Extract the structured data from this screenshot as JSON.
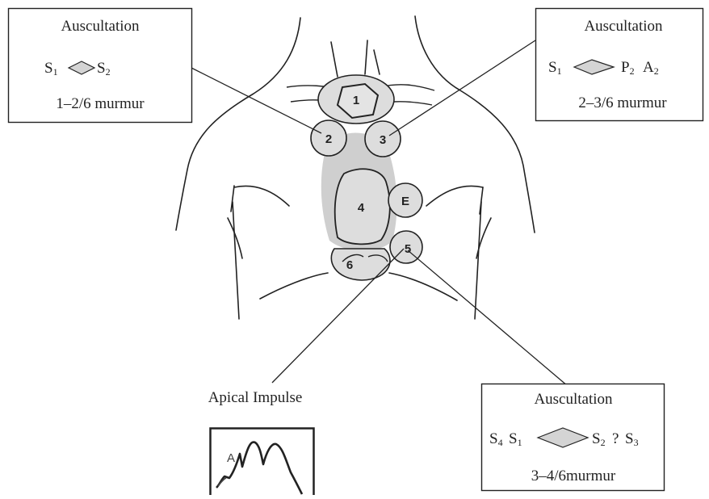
{
  "boxes": {
    "top_left": {
      "title": "Auscultation",
      "s1": "S",
      "s1_sub": "1",
      "s2": "S",
      "s2_sub": "2",
      "murmur": "1–2/6 murmur"
    },
    "top_right": {
      "title": "Auscultation",
      "s1": "S",
      "s1_sub": "1",
      "p2": "P",
      "p2_sub": "2",
      "a2": "A",
      "a2_sub": "2",
      "murmur": "2–3/6 murmur"
    },
    "bottom_right": {
      "title": "Auscultation",
      "s4": "S",
      "s4_sub": "4",
      "s1": "S",
      "s1_sub": "1",
      "s2": "S",
      "s2_sub": "2",
      "question": "?",
      "s3": "S",
      "s3_sub": "3",
      "murmur": "3–4/6murmur"
    }
  },
  "apical": {
    "label": "Apical Impulse",
    "trace_label": "A"
  },
  "regions": [
    "1",
    "2",
    "3",
    "4",
    "E",
    "5",
    "6"
  ],
  "colors": {
    "region_fill": "#dddddd",
    "shadow_fill": "#cfcfcf",
    "diamond_fill": "#d4d4d4",
    "line": "#222222"
  }
}
